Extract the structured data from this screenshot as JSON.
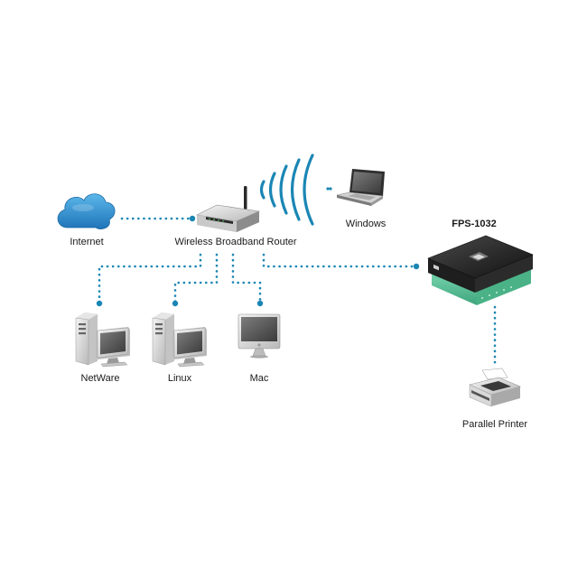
{
  "nodes": {
    "internet": {
      "label": "Internet",
      "icon": "cloud-icon"
    },
    "router": {
      "label": "Wireless Broadband Router",
      "icon": "router-icon"
    },
    "windows": {
      "label": "Windows",
      "icon": "laptop-icon"
    },
    "print_server": {
      "label": "FPS-1032",
      "icon": "print-server-icon"
    },
    "netware": {
      "label": "NetWare",
      "icon": "desktop-pc-icon"
    },
    "linux": {
      "label": "Linux",
      "icon": "desktop-pc-icon"
    },
    "mac": {
      "label": "Mac",
      "icon": "imac-icon"
    },
    "printer": {
      "label": "Parallel Printer",
      "icon": "printer-icon"
    }
  },
  "colors": {
    "connection": "#1a86b4",
    "cloud": "#2f8fd0",
    "device_dark": "#222222",
    "print_server_accent": "#5cc19a"
  }
}
